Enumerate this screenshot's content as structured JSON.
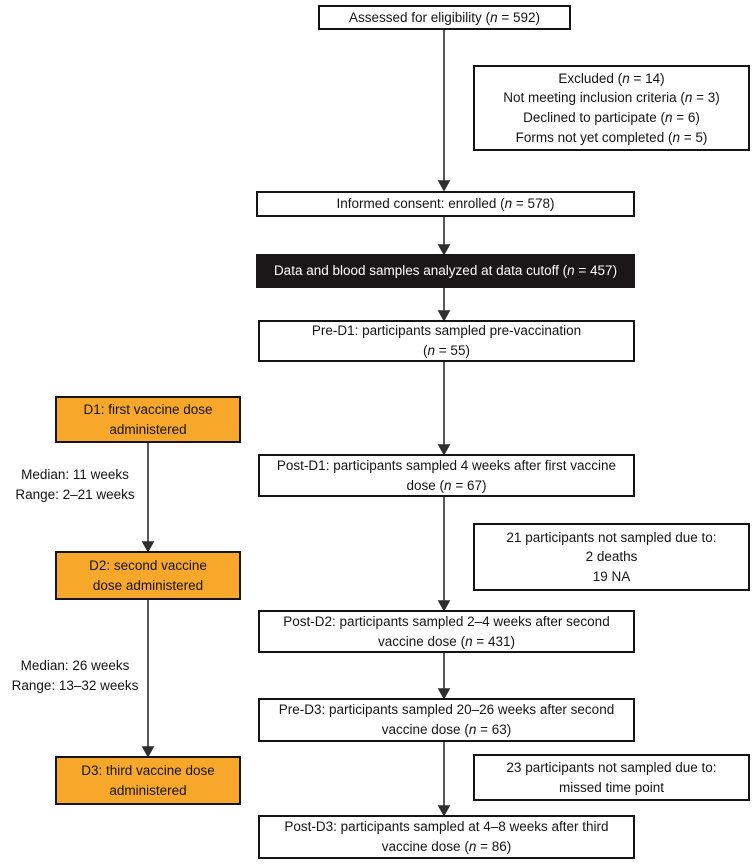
{
  "colors": {
    "dose_box_fill": "#f7a82a",
    "highlight_box_fill": "#1b1718",
    "box_border": "#141414",
    "connector": "#2f2f2f"
  },
  "flow": {
    "assessed": {
      "lines": [
        "Assessed for eligibility (n = 592)"
      ]
    },
    "excluded": {
      "lines": [
        "Excluded (n = 14)",
        "Not meeting inclusion criteria (n = 3)",
        "Declined to participate (n = 6)",
        "Forms not yet completed (n = 5)"
      ]
    },
    "enrolled": {
      "lines": [
        "Informed consent: enrolled (n = 578)"
      ]
    },
    "analyzed": {
      "lines": [
        "Data and blood samples analyzed at data cutoff (n = 457)"
      ]
    },
    "pre_d1": {
      "lines": [
        "Pre-D1: participants sampled pre-vaccination",
        "(n = 55)"
      ]
    },
    "post_d1": {
      "lines": [
        "Post-D1: participants sampled 4 weeks after first vaccine",
        "dose (n = 67)"
      ]
    },
    "not_sampled_21": {
      "lines": [
        "21 participants not sampled due to:",
        "2 deaths",
        "19 NA"
      ]
    },
    "post_d2": {
      "lines": [
        "Post-D2: participants sampled 2–4 weeks after second",
        "vaccine dose (n = 431)"
      ]
    },
    "pre_d3": {
      "lines": [
        "Pre-D3: participants sampled 20–26 weeks after second",
        "vaccine dose (n = 63)"
      ]
    },
    "not_sampled_23": {
      "lines": [
        "23 participants not sampled due to:",
        "missed time point"
      ]
    },
    "post_d3": {
      "lines": [
        "Post-D3: participants sampled at 4–8 weeks after third",
        "vaccine dose (n = 86)"
      ]
    }
  },
  "doses": {
    "d1": {
      "lines": [
        "D1: first vaccine dose",
        "administered"
      ]
    },
    "d2": {
      "lines": [
        "D2: second vaccine",
        "dose administered"
      ]
    },
    "d3": {
      "lines": [
        "D3: third vaccine dose",
        "administered"
      ]
    }
  },
  "intervals": {
    "d1_d2": {
      "lines": [
        "Median: 11 weeks",
        "Range: 2–21 weeks"
      ]
    },
    "d2_d3": {
      "lines": [
        "Median: 26 weeks",
        "Range: 13–32 weeks"
      ]
    }
  }
}
